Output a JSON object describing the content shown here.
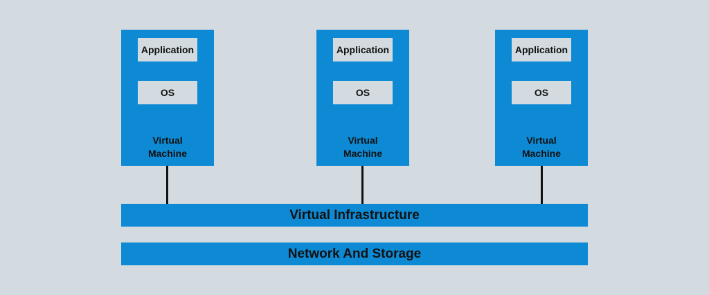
{
  "colors": {
    "background": "#d3dbe0",
    "block": "#0e8ad5",
    "inner_box": "#d3dbe0",
    "connector": "#111111",
    "text": "#111111"
  },
  "virtual_machines": [
    {
      "application": "Application",
      "os": "OS",
      "label_line1": "Virtual",
      "label_line2": "Machine"
    },
    {
      "application": "Application",
      "os": "OS",
      "label_line1": "Virtual",
      "label_line2": "Machine"
    },
    {
      "application": "Application",
      "os": "OS",
      "label_line1": "Virtual",
      "label_line2": "Machine"
    }
  ],
  "layers": {
    "virtual_infrastructure": "Virtual Infrastructure",
    "network_and_storage": "Network And Storage"
  }
}
